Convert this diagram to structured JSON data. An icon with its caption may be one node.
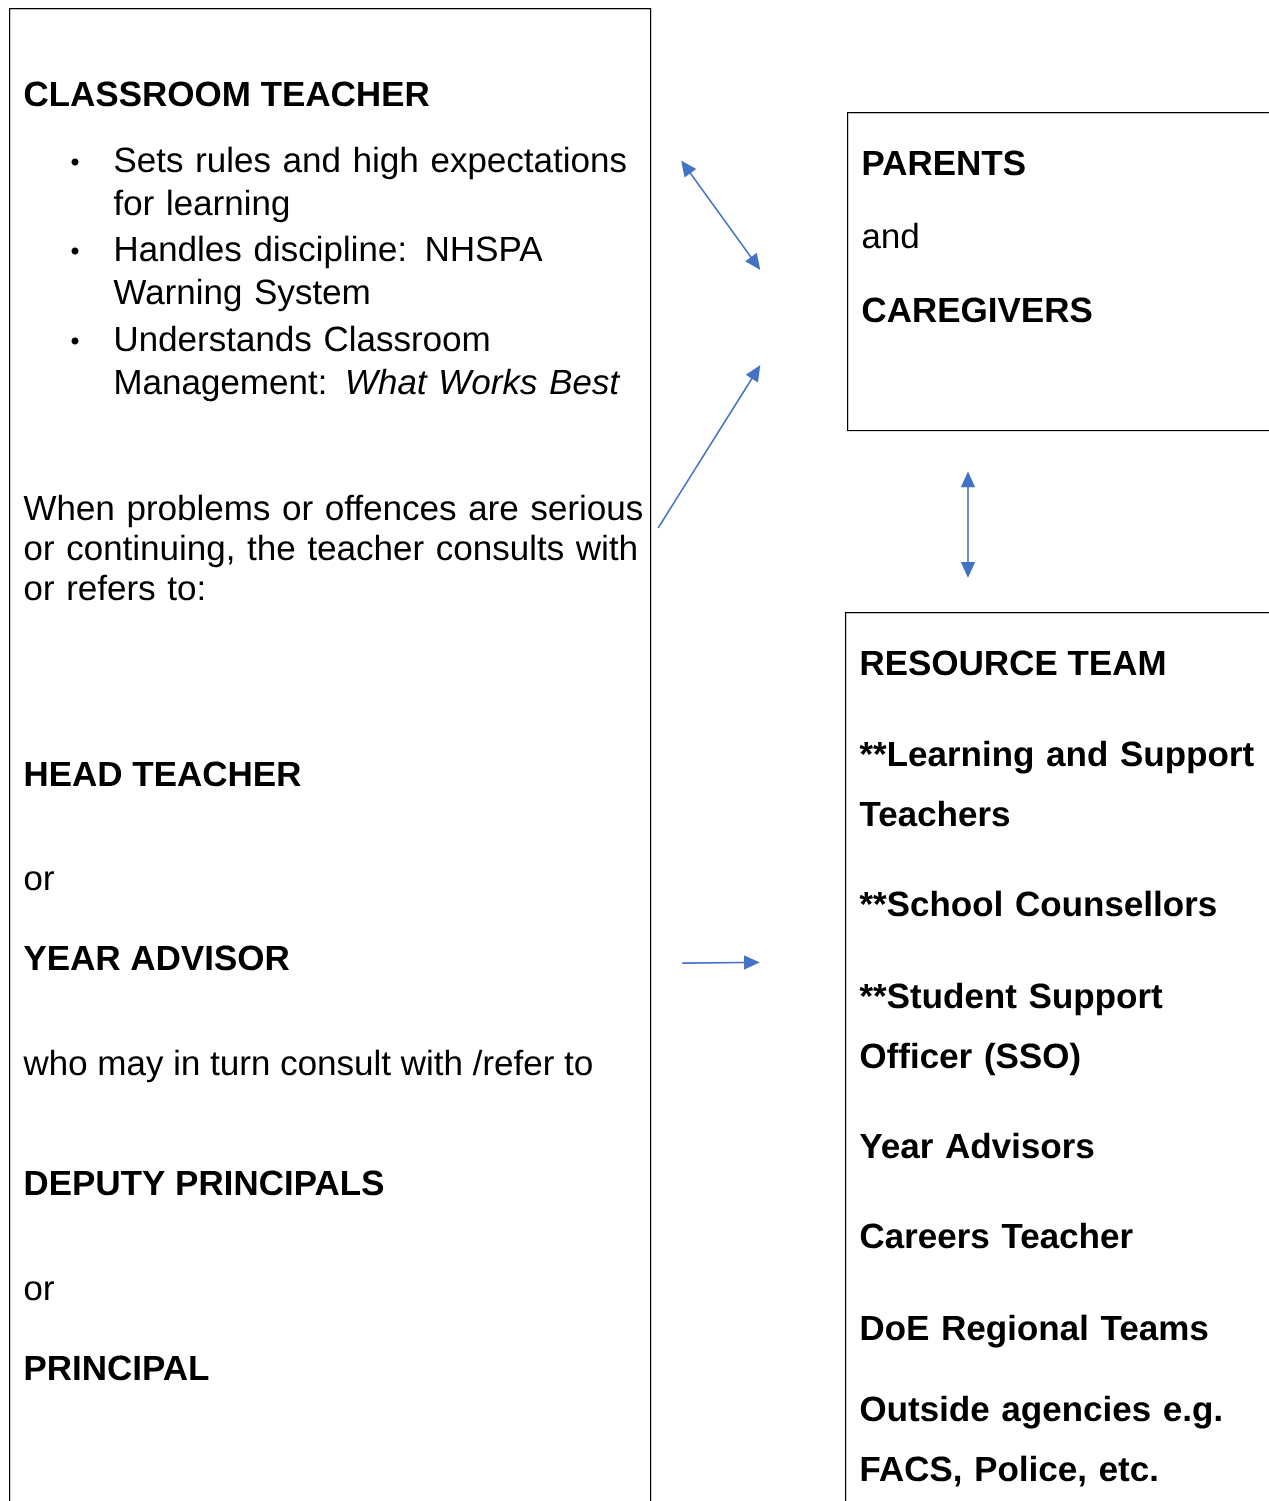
{
  "diagram": {
    "nodes": [
      {
        "text": [
          "CLASSROOM TEACHER",
          "Sets rules and high expectations for learning",
          "Handles discipline: NHSPA Warning System",
          "Understands Classroom Management: *What Works Best*",
          "When problems or offences are serious or continuing, the teacher consults with or refers to:",
          "HEAD TEACHER",
          "or",
          "YEAR ADVISOR",
          "who may in turn consult with /refer to",
          "DEPUTY PRINCIPALS",
          "or",
          "PRINCIPAL"
        ]
      },
      {
        "text": [
          "PARENTS",
          "and",
          "CAREGIVERS"
        ]
      },
      {
        "text": [
          "RESOURCE TEAM",
          "**Learning and Support Teachers",
          "**School Counsellors",
          "**Student Support Officer (SSO)",
          "Year Advisors",
          "Careers Teacher",
          "DoE Regional Teams",
          "Outside agencies e.g. FACS, Police, etc."
        ]
      }
    ],
    "edges": [
      {
        "from": 0,
        "to": 1,
        "arrow": "both"
      },
      {
        "from": 0,
        "to": 1,
        "arrow": "to"
      },
      {
        "from": 1,
        "to": 2,
        "arrow": "both"
      },
      {
        "from": 0,
        "to": 2,
        "arrow": "to"
      }
    ]
  }
}
